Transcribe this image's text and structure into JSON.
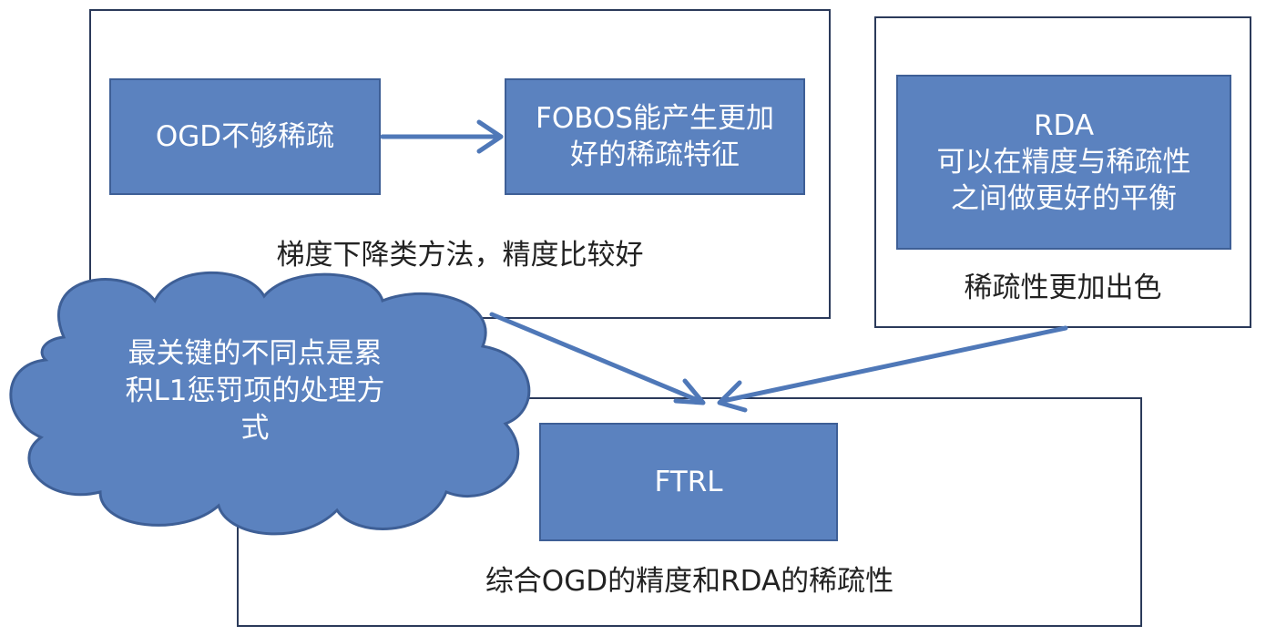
{
  "gradient_group": {
    "ogd_box": "OGD不够稀疏",
    "fobos_box": "FOBOS能产生更加\n好的稀疏特征",
    "caption": "梯度下降类方法，精度比较好"
  },
  "rda_group": {
    "rda_box": "RDA\n可以在精度与稀疏性\n之间做更好的平衡",
    "caption": "稀疏性更加出色"
  },
  "ftrl_group": {
    "ftrl_box": "FTRL",
    "caption": "综合OGD的精度和RDA的稀疏性"
  },
  "cloud": {
    "text": "最关键的不同点是累\n积L1惩罚项的处理方\n式"
  },
  "colors": {
    "box_fill": "#5b82bf",
    "box_border": "#3e5f96",
    "frame_border": "#2b3a5a",
    "arrow": "#4f78b8"
  }
}
